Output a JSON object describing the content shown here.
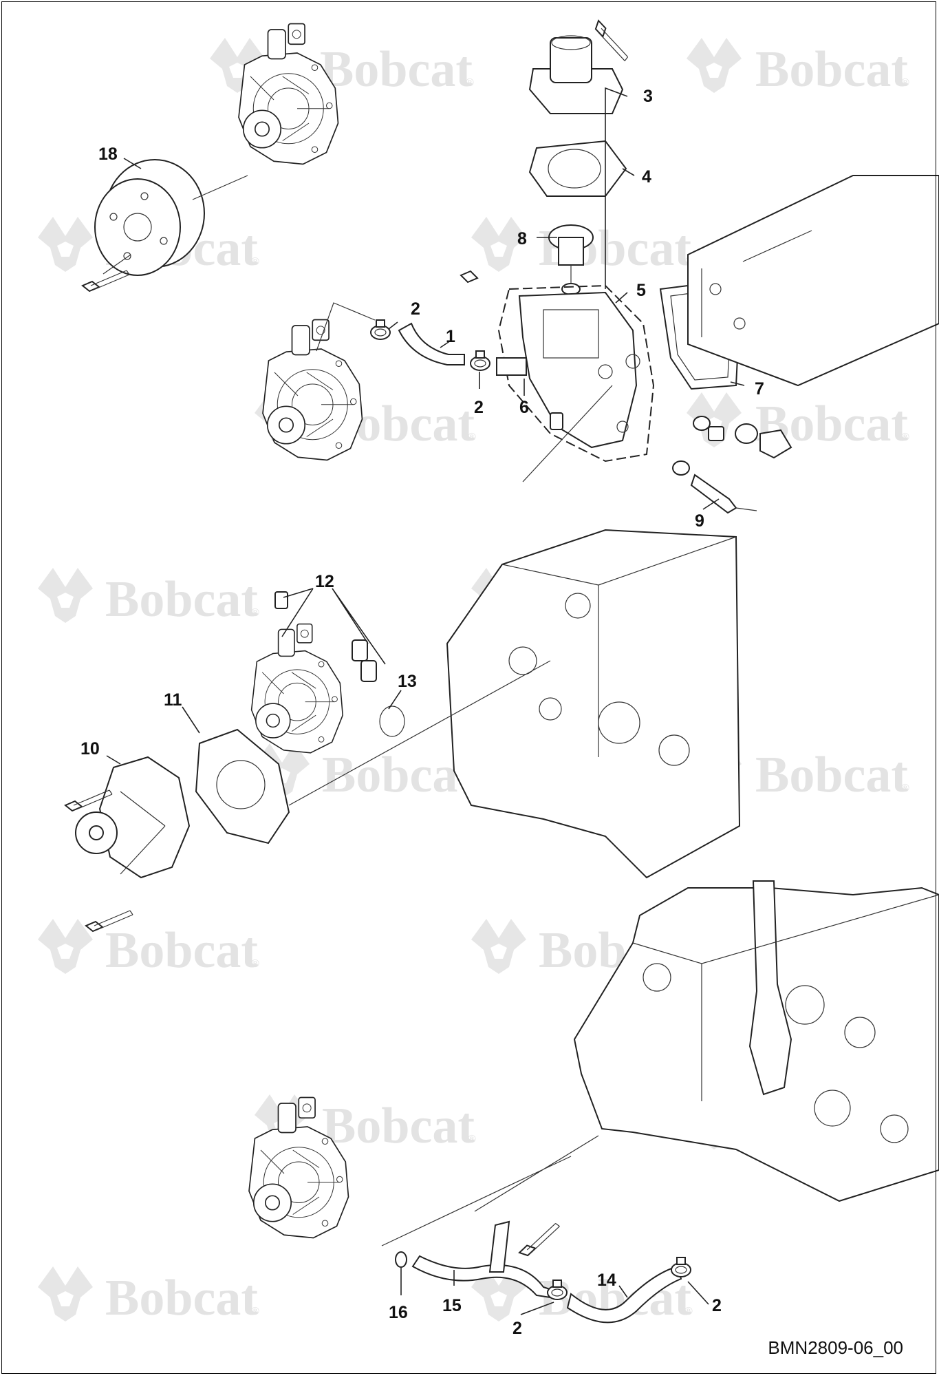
{
  "watermark": {
    "text": "Bobcat",
    "reg": "®",
    "icon": "bobcat-logo-icon",
    "color": "#e3e3e3"
  },
  "drawing_code": "BMN2809-06_00",
  "callouts": [
    {
      "id": "c1",
      "label": "1"
    },
    {
      "id": "c2a",
      "label": "2"
    },
    {
      "id": "c2b",
      "label": "2"
    },
    {
      "id": "c2c",
      "label": "2"
    },
    {
      "id": "c2d",
      "label": "2"
    },
    {
      "id": "c3",
      "label": "3"
    },
    {
      "id": "c4",
      "label": "4"
    },
    {
      "id": "c5",
      "label": "5"
    },
    {
      "id": "c6",
      "label": "6"
    },
    {
      "id": "c7",
      "label": "7"
    },
    {
      "id": "c8",
      "label": "8"
    },
    {
      "id": "c9",
      "label": "9"
    },
    {
      "id": "c10",
      "label": "10"
    },
    {
      "id": "c11",
      "label": "11"
    },
    {
      "id": "c12",
      "label": "12"
    },
    {
      "id": "c13",
      "label": "13"
    },
    {
      "id": "c14",
      "label": "14"
    },
    {
      "id": "c15",
      "label": "15"
    },
    {
      "id": "c16",
      "label": "16"
    },
    {
      "id": "c18",
      "label": "18"
    }
  ]
}
